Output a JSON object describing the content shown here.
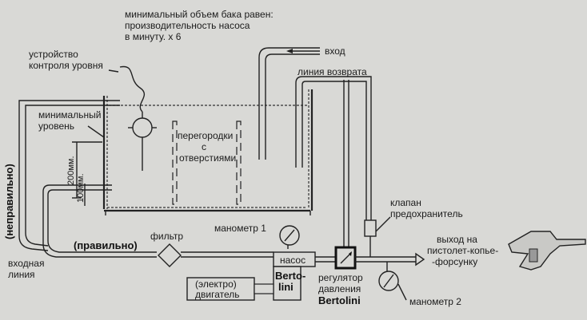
{
  "labels": {
    "tank_min_volume_1": "минимальный объем бака равен:",
    "tank_min_volume_2": "производительность насоса",
    "tank_min_volume_3": "в минуту. х 6",
    "inlet": "вход",
    "level_control_1": "устройство",
    "level_control_2": "контроля уровня",
    "return_line": "линия возврата",
    "min_level_1": "минимальный",
    "min_level_2": "уровень",
    "baffles_1": "перегородки",
    "baffles_2": "с",
    "baffles_3": "отверстиями",
    "dim_200": "200мм.",
    "dim_100": "100мм.",
    "incorrect": "(неправильно)",
    "correct": "(правильно)",
    "filter": "фильтр",
    "manometer_1": "манометр 1",
    "pump": "насос",
    "pump_brand_1": "Berto-",
    "pump_brand_2": "lini",
    "motor_1": "(электро)",
    "motor_2": "двигатель",
    "regulator_1": "регулятор",
    "regulator_2": "давления",
    "regulator_3": "Bertolini",
    "relief_valve_1": "клапан",
    "relief_valve_2": "предохранитель",
    "outlet_1": "выход на",
    "outlet_2": "пистолет-копье-",
    "outlet_3": "-форсунку",
    "manometer_2": "манометр 2",
    "inlet_line_1": "входная",
    "inlet_line_2": "линия"
  }
}
